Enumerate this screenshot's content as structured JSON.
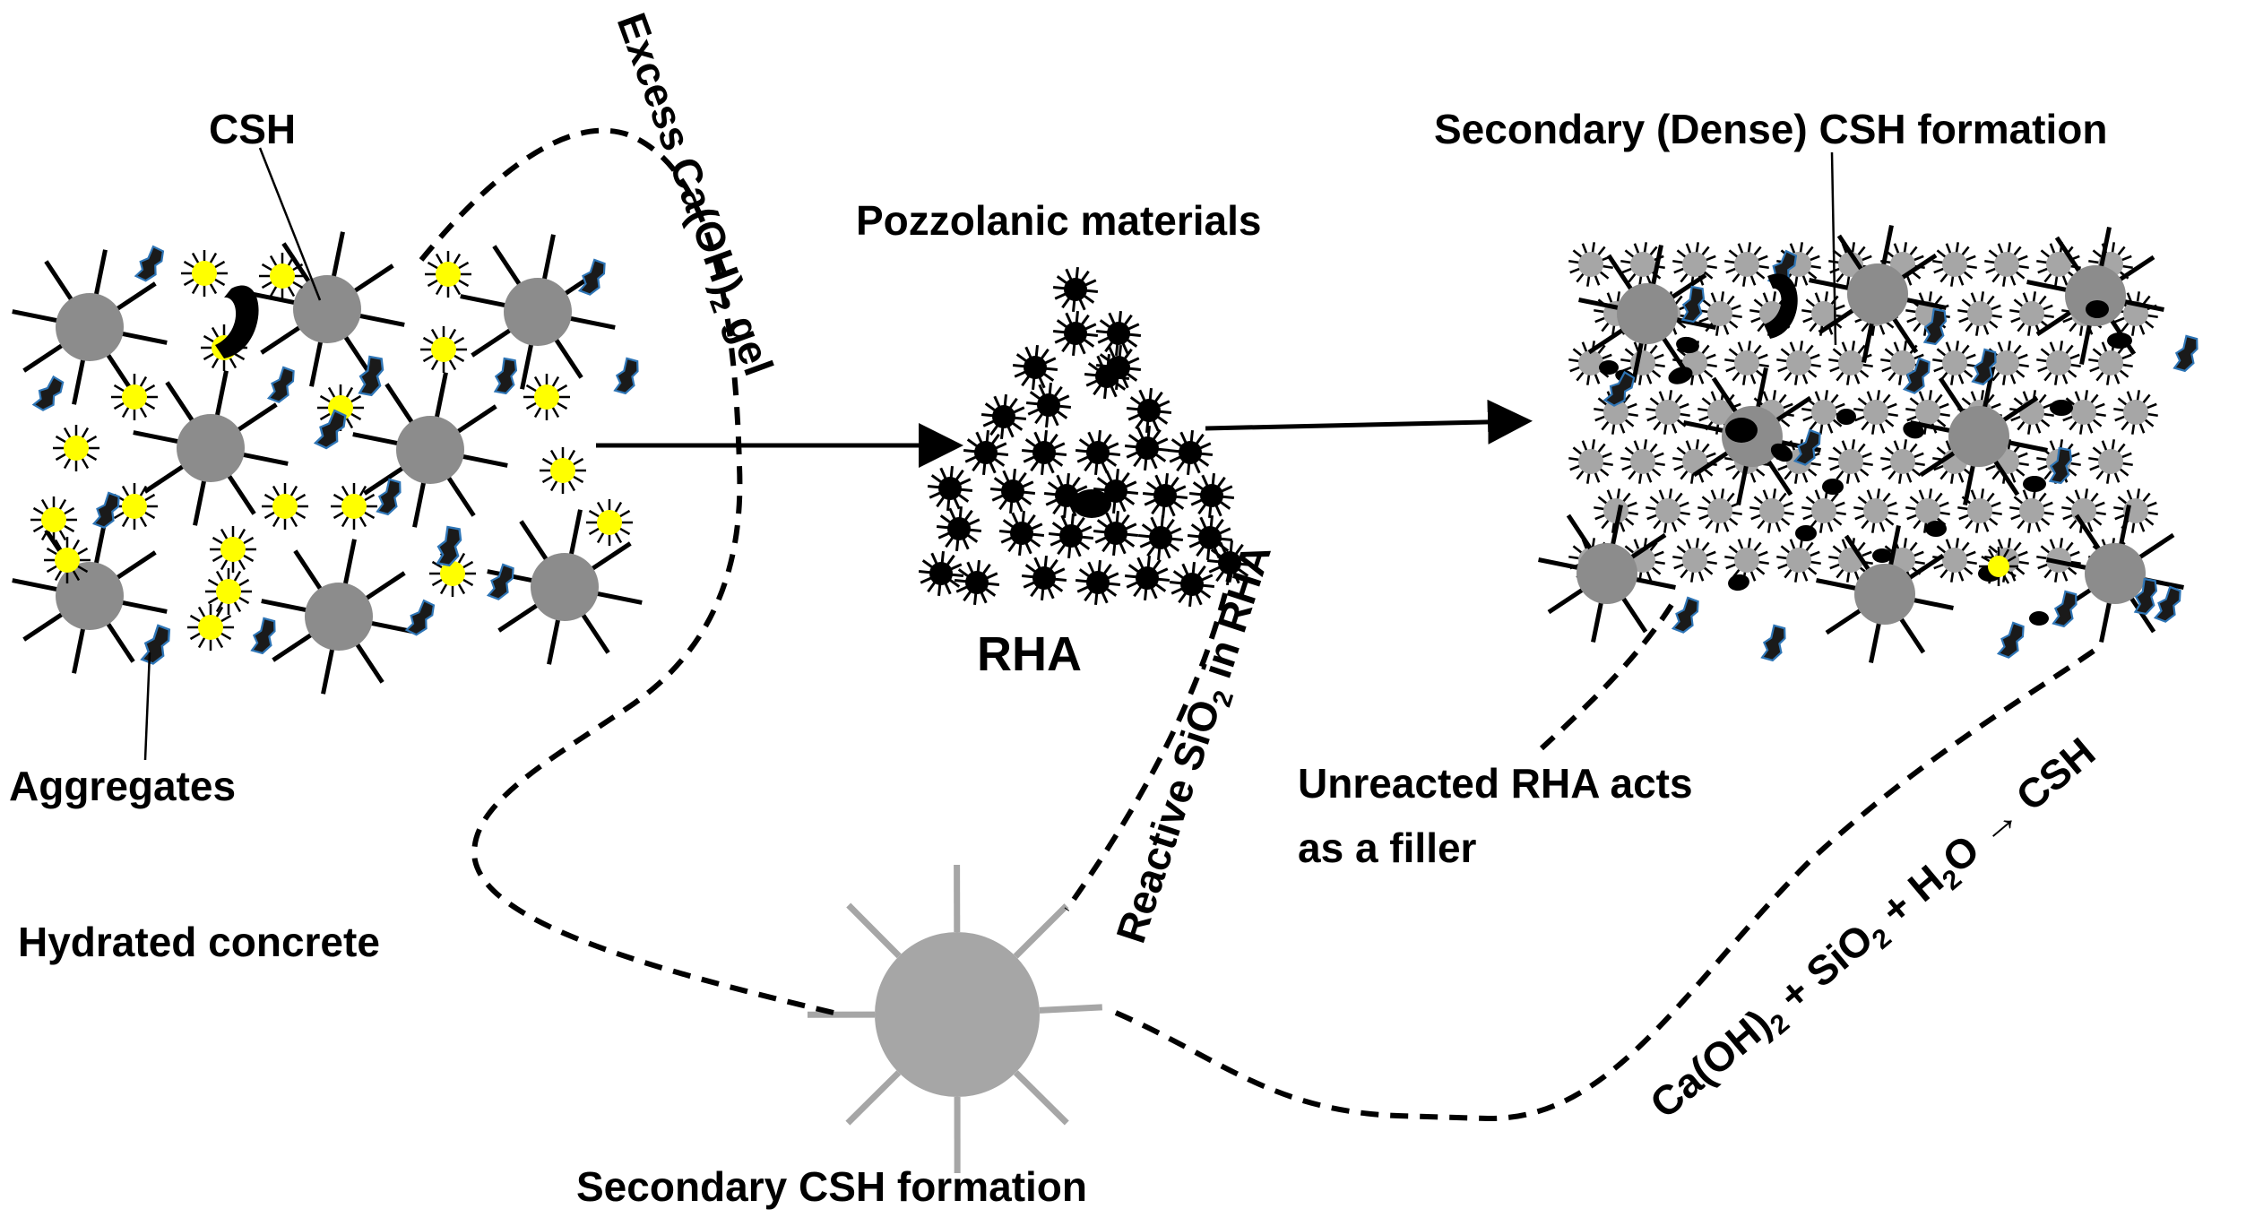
{
  "labels": {
    "csh": "CSH",
    "aggregates": "Aggregates",
    "hydrated_concrete": "Hydrated concrete",
    "pozzolanic_materials": "Pozzolanic materials",
    "rha": "RHA",
    "secondary_dense_csh": "Secondary (Dense) CSH formation",
    "unreacted_line1": "Unreacted RHA acts",
    "unreacted_line2": "as a filler",
    "secondary_csh_formation": "Secondary CSH formation"
  },
  "excess_gel": {
    "part1": "Excess Ca(OH)",
    "sub": "2",
    "part2": " gel"
  },
  "reactive_sio2": {
    "part1": "Reactive SiO",
    "sub": "2",
    "part2": " in RHA"
  },
  "reaction": {
    "p1": "Ca(OH)",
    "s1": "2",
    "p2": " + SiO",
    "s2": "2",
    "p3": " + H",
    "s3": "2",
    "p4": "O → CSH"
  },
  "colors": {
    "csh_particle": "#8c8c8c",
    "secondary_csh": "#a6a6a6",
    "calcium_hydroxide": "#ffff00",
    "aggregate": "#1a1a1a",
    "aggregate_edge": "#2e75b6",
    "rha_particle": "#000000"
  }
}
